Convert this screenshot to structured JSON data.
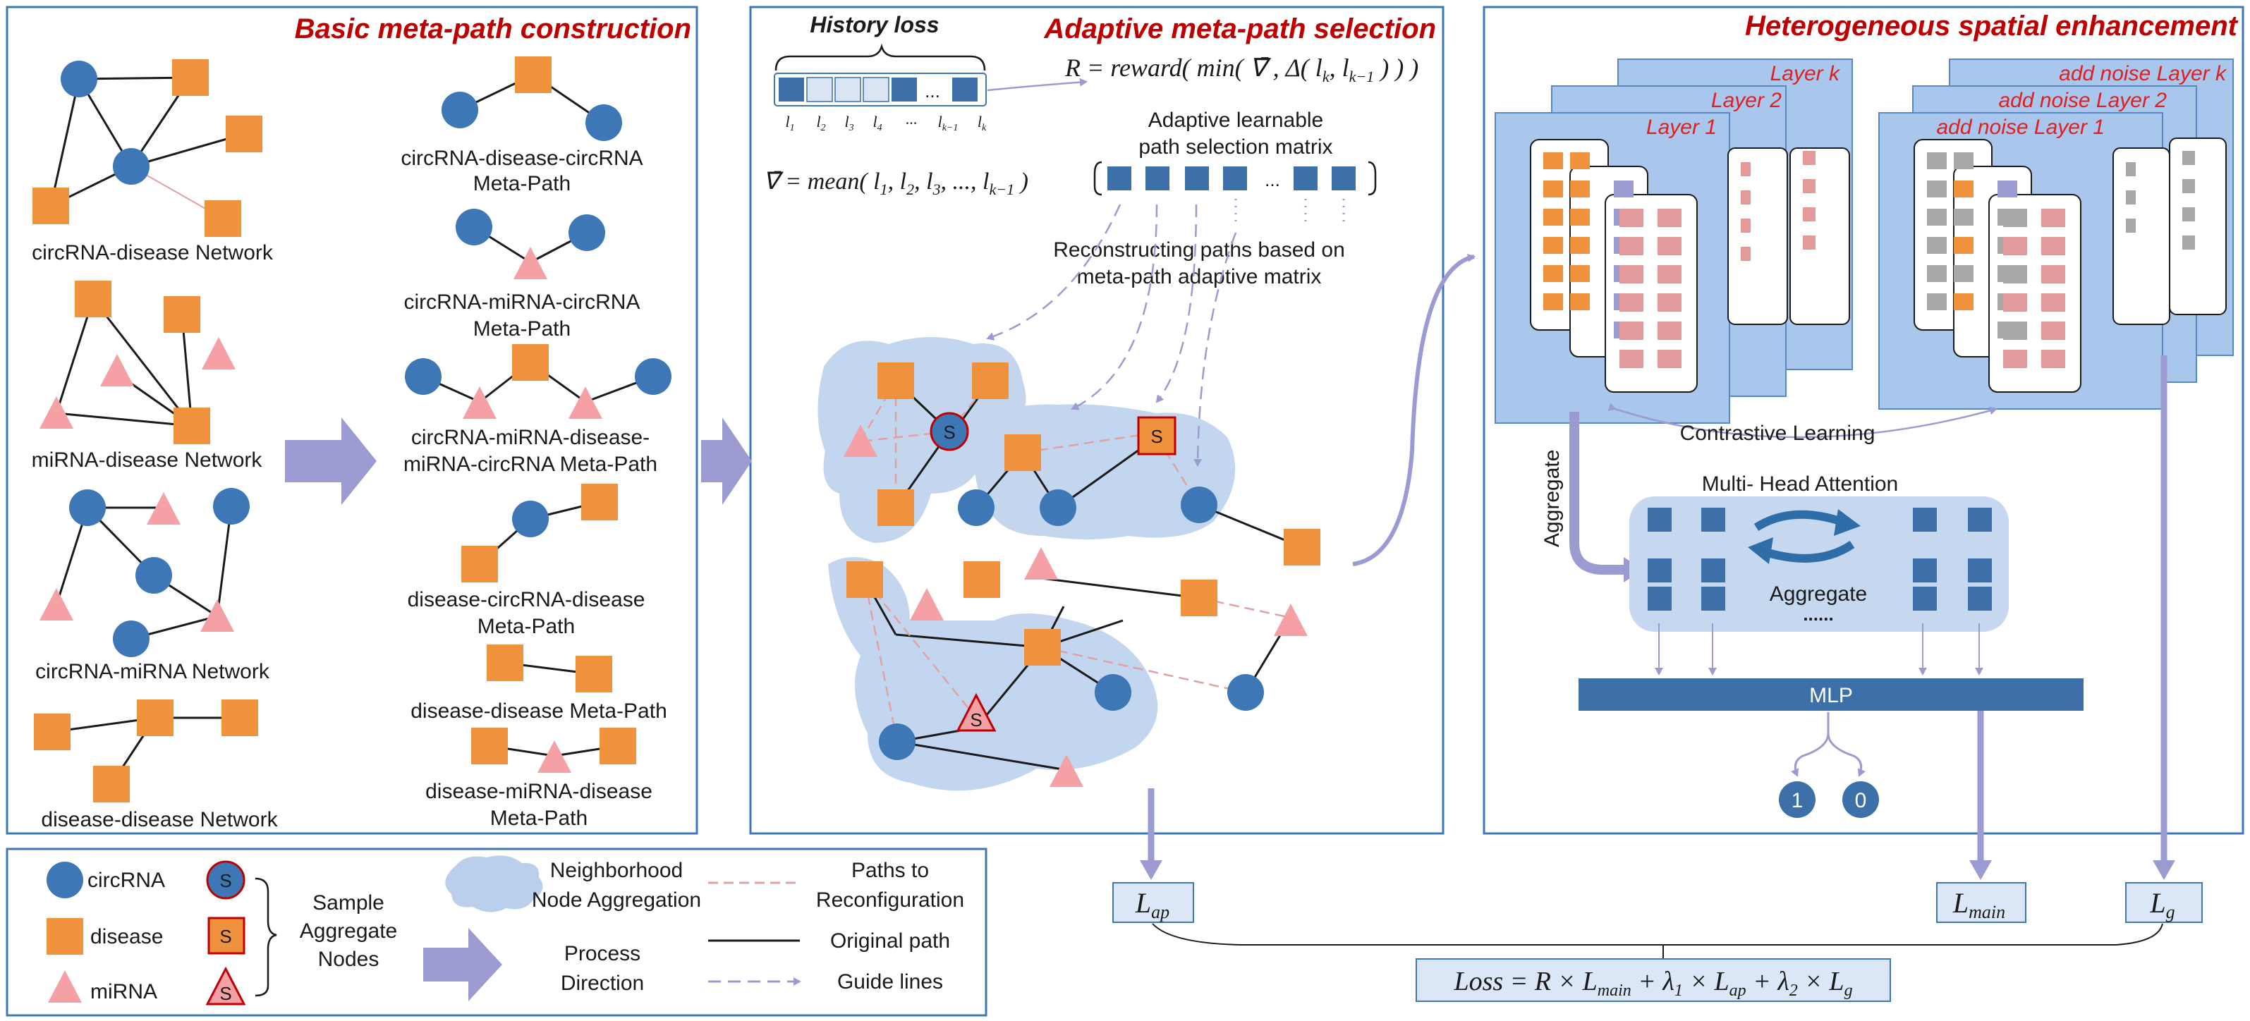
{
  "colors": {
    "circrna": "#3d77b5",
    "disease": "#f0913e",
    "mirna": "#f4a0a4",
    "panel_border": "#3d77b5",
    "section_title": "#c00000",
    "layer_fill": "#a9c6ec",
    "cloud": "#b9cfec",
    "mlp": "#3d6fa8",
    "arrow": "#9b9bd1"
  },
  "panel_basic": {
    "title": "Basic meta-path construction",
    "networks": [
      "circRNA-disease Network",
      "miRNA-disease Network",
      "circRNA-miRNA Network",
      "disease-disease Network"
    ],
    "metapaths": [
      [
        "circRNA-disease-circRNA",
        "Meta-Path"
      ],
      [
        "circRNA-miRNA-circRNA",
        "Meta-Path"
      ],
      [
        "circRNA-miRNA-disease-",
        "miRNA-circRNA Meta-Path"
      ],
      [
        "disease-circRNA-disease",
        "Meta-Path"
      ],
      [
        "disease-disease Meta-Path"
      ],
      [
        "disease-miRNA-disease",
        "Meta-Path"
      ]
    ]
  },
  "panel_adaptive": {
    "title": "Adaptive meta-path selection",
    "history_loss": "History loss",
    "loss_labels": [
      "l1",
      "l2",
      "l3",
      "l4",
      "...",
      "lk-1",
      "lk"
    ],
    "dots": "...",
    "reward_formula": "R = reward( min( ∇̄ , Δ(lk , lk−1) ) )",
    "mean_formula": "∇̄ = mean( l1, l2, l3, ..., lk−1 )",
    "matrix_label": [
      "Adaptive learnable",
      "path selection matrix"
    ],
    "reconstruct_label": [
      "Reconstructing paths based on",
      "meta-path adaptive matrix"
    ],
    "sample_node": "S"
  },
  "panel_hetero": {
    "title": "Heterogeneous spatial enhancement",
    "layers": [
      "Layer k",
      "Layer 2",
      "Layer 1"
    ],
    "noise_layers": [
      "add noise Layer k",
      "add noise Layer 2",
      "add noise Layer 1"
    ],
    "contrastive": "Contrastive Learning",
    "aggregate_vertical": "Aggregate",
    "mha": "Multi- Head Attention",
    "aggregate": "Aggregate",
    "dots": "......",
    "mlp": "MLP",
    "outputs": [
      "1",
      "0"
    ]
  },
  "legend": {
    "circrna": "circRNA",
    "disease": "disease",
    "mirna": "miRNA",
    "sample_nodes": [
      "Sample",
      "Aggregate",
      "Nodes"
    ],
    "neighborhood": [
      "Neighborhood",
      "Node Aggregation"
    ],
    "process": [
      "Process",
      "Direction"
    ],
    "paths_reconf": [
      "Paths to",
      "Reconfiguration"
    ],
    "original_path": "Original path",
    "guide_lines": "Guide lines",
    "s": "S"
  },
  "losses": {
    "l_ap": "Lap",
    "l_main": "Lmain",
    "l_g": "Lg",
    "total": "Loss = R × Lmain + λ1 × Lap + λ2 × Lg"
  }
}
